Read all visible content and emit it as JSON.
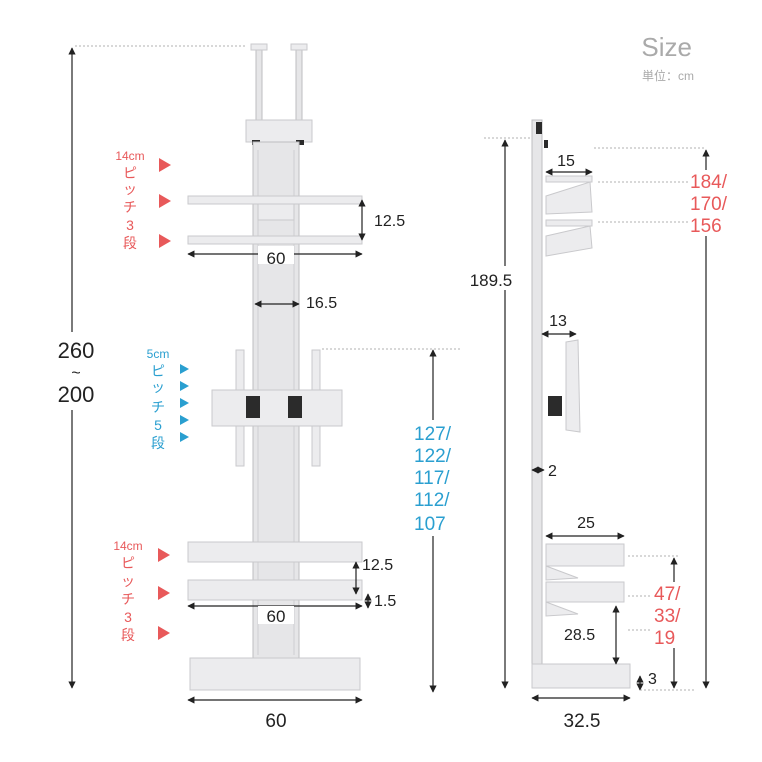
{
  "header": {
    "title": "Size",
    "unit": "単位：cm"
  },
  "colors": {
    "accent_red": "#e8595a",
    "accent_blue": "#2a9fd0",
    "line": "#222222"
  },
  "front": {
    "height_main": "260",
    "height_sep": "~",
    "height_min": "200",
    "top_pitch": {
      "size": "14cm",
      "line1": "ピ",
      "line2": "ッ",
      "line3": "チ",
      "line4": "3",
      "line5": "段"
    },
    "tv_pitch": {
      "size": "5cm",
      "line1": "ピ",
      "line2": "ッ",
      "line3": "チ",
      "line4": "5",
      "line5": "段"
    },
    "bottom_pitch": {
      "size": "14cm",
      "line1": "ピ",
      "line2": "ッ",
      "line3": "チ",
      "line4": "3",
      "line5": "段"
    },
    "top_shelf_gap": "12.5",
    "top_shelf_width": "60",
    "pole_width": "16.5",
    "tv_height_1": "127/",
    "tv_height_2": "122/",
    "tv_height_3": "117/",
    "tv_height_4": "112/",
    "tv_height_5": "107",
    "bottom_shelf_gap": "12.5",
    "bottom_shelf_thick": "1.5",
    "bottom_shelf_width": "60",
    "base_width": "60"
  },
  "side": {
    "total_height": "189.5",
    "top_shelf_depth": "15",
    "top_height_1": "184/",
    "top_height_2": "170/",
    "top_height_3": "156",
    "tv_depth": "13",
    "pole_depth": "2",
    "bottom_shelf_depth": "25",
    "bottom_height_1": "47/",
    "bottom_height_2": "33/",
    "bottom_height_3": "19",
    "lower_shelf_height": "28.5",
    "base_height": "3",
    "base_depth": "32.5"
  }
}
